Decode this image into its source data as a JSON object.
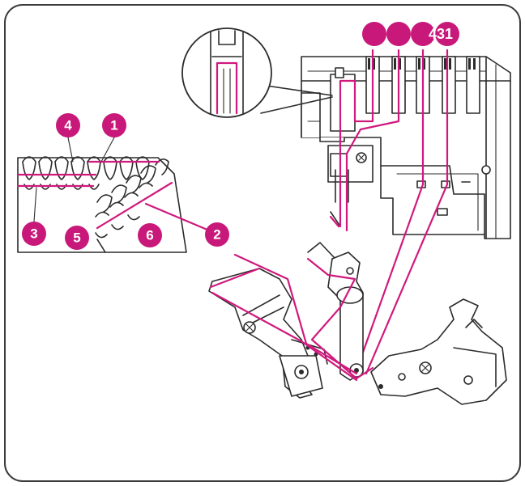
{
  "colors": {
    "thread": "#d0197d",
    "badge": "#c8187a",
    "ink": "#2b2b2b",
    "frame": "#3a3a3a",
    "background": "#ffffff"
  },
  "badges": {
    "stitch_4": "4",
    "stitch_1": "1",
    "stitch_3": "3",
    "stitch_5": "5",
    "stitch_6": "6",
    "stitch_2": "2",
    "top_overlap": "431"
  },
  "icons": {
    "zoom": "magnifier-inset",
    "machine": "serger-threading-diagram"
  }
}
